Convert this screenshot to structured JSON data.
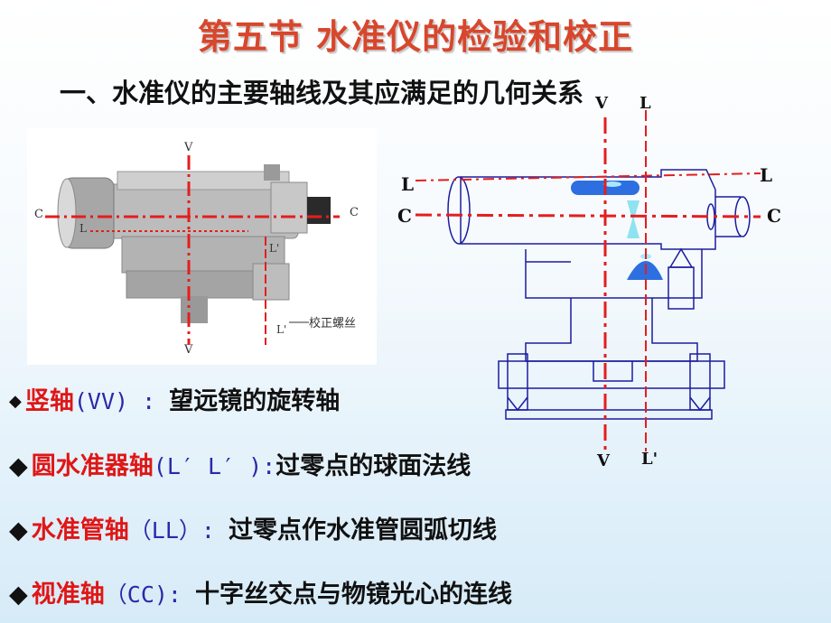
{
  "title": "第五节  水准仪的检验和校正",
  "subtitle": "一、水准仪的主要轴线及其应满足的几何关系",
  "photo_labels": {
    "v_top": "V",
    "v_bottom": "V",
    "c_left": "C",
    "c_right": "C",
    "l_left": "L",
    "l_prime_top": "L'",
    "l_prime_bottom": "L'",
    "screw": "校正螺丝"
  },
  "diagram_labels": {
    "v_top": "V",
    "l_top": "L",
    "l_left": "L",
    "l_right": "L",
    "c_left": "C",
    "c_right": "C",
    "v_bottom": "V",
    "l_prime_bottom": "L'"
  },
  "bullets": [
    {
      "marker": "◆",
      "term": "竖轴",
      "abbr": "(VV) : ",
      "def": "望远镜的旋转轴"
    },
    {
      "marker": "◆",
      "term": "圆水准器轴",
      "abbr": "(L′ L′ ):",
      "def": "过零点的球面法线"
    },
    {
      "marker": "◆",
      "term": "水准管轴",
      "abbr": "（LL）: ",
      "def": "过零点作水准管圆弧切线"
    },
    {
      "marker": "◆",
      "term": "视准轴",
      "abbr": "（CC): ",
      "def": "十字丝交点与物镜光心的连线"
    }
  ],
  "colors": {
    "title": "#d8462c",
    "term": "#e01616",
    "abbr": "#2b28a8",
    "axis_line": "#e41e1e",
    "vial_fill": "#2d6fe0"
  }
}
